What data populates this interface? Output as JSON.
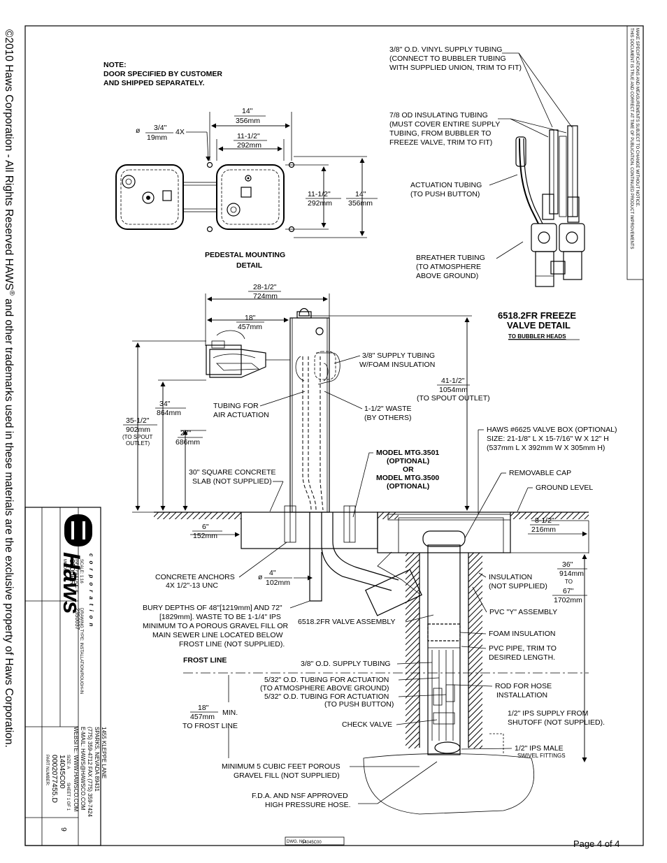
{
  "copyright": {
    "text_a": "©2010 Haws Corporation - All Rights Reserved    HAWS",
    "reg": "®",
    "text_b": " and other trademarks used in these materials are the exclusive property of Haws Corporation."
  },
  "disclaimer": {
    "line1": "THIS DOCUMENT IS TRUE AND CORRECT AT TIME OF PUBLICATION. CONTINUED PRODUCT IMPROVEMENTS",
    "line2": "MAKE SPECIFICATIONS AND MEASUREMENTS SUBJECT TO CHANGE WITHOUT NOTICE."
  },
  "note": {
    "line1": "NOTE:",
    "line2": "DOOR SPECIFIED BY CUSTOMER",
    "line3": "AND SHIPPED SEPARATELY."
  },
  "pedestal": {
    "title1": "PEDESTAL MOUNTING",
    "title2": "DETAIL",
    "dim_14_in": "14\"",
    "dim_14_mm": "356mm",
    "dim_1112_in": "11-1/2\"",
    "dim_1112_mm": "292mm",
    "hole_sym": "ø",
    "hole_in": "3/4\"",
    "hole_mm": "19mm",
    "hole_qty": "4X",
    "vdim_1112_in": "11-1/2\"",
    "vdim_1112_mm": "292mm",
    "vdim_14_in": "14\"",
    "vdim_14_mm": "356mm"
  },
  "freeze_valve": {
    "title1": "6518.2FR FREEZE",
    "title2": "VALVE DETAIL",
    "subtitle": "TO BUBBLER HEADS",
    "vinyl1": "3/8\" O.D. VINYL SUPPLY TUBING",
    "vinyl2": "(CONNECT TO BUBBLER TUBING",
    "vinyl3": "WITH SUPPLIED UNION, TRIM TO FIT)",
    "insul1": "7/8 OD INSULATING TUBING",
    "insul2": "(MUST COVER ENTIRE SUPPLY",
    "insul3": "TUBING, FROM BUBBLER TO",
    "insul4": "FREEZE VALVE, TRIM TO FIT)",
    "act1": "ACTUATION TUBING",
    "act2": "(TO PUSH BUTTON)",
    "breath1": "BREATHER TUBING",
    "breath2": "(TO ATMOSPHERE",
    "breath3": "ABOVE GROUND)"
  },
  "main": {
    "d2812_in": "28-1/2\"",
    "d2812_mm": "724mm",
    "d18_in": "18\"",
    "d18_mm": "457mm",
    "d34_in": "34\"",
    "d34_mm": "864mm",
    "d3512_in": "35-1/2\"",
    "d3512_mm": "902mm",
    "d3512_note1": "(TO SPOUT",
    "d3512_note2": "OUTLET)",
    "d27_in": "27\"",
    "d27_mm": "686mm",
    "d4112_in": "41-1/2\"",
    "d4112_mm": "1054mm",
    "d4112_note": "(TO SPOUT OUTLET)",
    "supply1": "3/8\" SUPPLY TUBING",
    "supply2": "W/FOAM INSULATION",
    "tubing1": "TUBING FOR",
    "tubing2": "AIR ACTUATION",
    "waste1": "1-1/2\" WASTE",
    "waste2": "(BY OTHERS)",
    "box1": "HAWS #6625 VALVE BOX (OPTIONAL)",
    "box2": "SIZE: 21-1/8\" L X 15-7/16\" W X 12\" H",
    "box3": "(537mm L X 392mm W X 305mm H)",
    "model1": "MODEL MTG.3501",
    "model2": "(OPTIONAL)",
    "model3": "OR",
    "model4": "MODEL MTG.3500",
    "model5": "(OPTIONAL)",
    "slab1": "30\" SQUARE CONCRETE",
    "slab2": "SLAB (NOT SUPPLIED)",
    "cap": "REMOVABLE CAP",
    "ground": "GROUND LEVEL",
    "d812_in": "8-1/2\"",
    "d812_mm": "216mm",
    "d6_in": "6\"",
    "d6_mm": "152mm",
    "anchor1": "CONCRETE ANCHORS",
    "anchor2": "4X 1/2\"-13 UNC",
    "d4_sym": "ø",
    "d4_in": "4\"",
    "d4_mm": "102mm",
    "insulation1": "INSULATION",
    "insulation2": "(NOT SUPPLIED)",
    "d36_in": "36\"",
    "d36_mm": "914mm",
    "d36_to": "TO",
    "d67_in": "67\"",
    "d67_mm": "1702mm",
    "bury1": "BURY DEPTHS OF 48\"[1219mm] AND 72\"",
    "bury2": "[1829mm].  WASTE TO BE 1-1/4\" IPS",
    "bury3": "MINIMUM TO A POROUS GRAVEL FILL OR",
    "bury4": "MAIN SEWER LINE LOCATED BELOW",
    "bury5": "FROST LINE (NOT SUPPLIED).",
    "pvcy": "PVC \"Y\" ASSEMBLY",
    "valveasm": "6518.2FR VALVE ASSEMBLY",
    "foam": "FOAM INSULATION",
    "pvc1": "PVC PIPE, TRIM TO",
    "pvc2": "DESIRED LENGTH.",
    "frost": "FROST LINE",
    "supply38": "3/8\" O.D. SUPPLY TUBING",
    "act532a1": "5/32\" O.D. TUBING FOR ACTUATION",
    "act532a2": "(TO ATMOSPHERE ABOVE GROUND)",
    "act532b1": "5/32\" O.D. TUBING FOR ACTUATION",
    "act532b2": "(TO PUSH BUTTON)",
    "rod1": "ROD FOR HOSE",
    "rod2": "INSTALLATION",
    "d18b_in": "18\"",
    "d18b_mm": "457mm",
    "d18b_min": "MIN.",
    "tofrost": "TO FROST LINE",
    "ips1": "1/2\" IPS SUPPLY FROM",
    "ips2": "SHUTOFF (NOT SUPPLIED).",
    "check": "CHECK VALVE",
    "male1": "1/2\" IPS MALE",
    "male2": "SWIVEL FITTINGS",
    "gravel1": "MINIMUM 5 CUBIC FEET POROUS",
    "gravel2": "GRAVEL FILL (NOT SUPPLIED)",
    "fda1": "F.D.A. AND NSF APPROVED",
    "fda2": "HIGH PRESSURE HOSE."
  },
  "title_block": {
    "corp": "corporation",
    "address1": "1455 KLEPPE LANE",
    "address2": "SPARKS, NEVADA 89431",
    "phone": "(775) 359-4712   FAX (775) 359-7424",
    "email": "E-MAIL: HAWS@HAWSCO.COM",
    "website": "WEBSITE: WWW.HAWSCO.COM",
    "model_label": "MODEL:",
    "model": "3500FR",
    "infofax": "INFO FAX DOC #:",
    "doc": "2350037",
    "part_label": "PART NUMBER:",
    "part": "0002077455.D",
    "drawing": "14045C00",
    "rev": "9",
    "sheet": "SHEET  1  OF  1",
    "size": "SIZE:  A",
    "scale": "SCALE:  1:16",
    "type": "DRAWING TYPE:  INSTALLATION/ROUGH-IN",
    "dwg_no_label": "DWG. NO.",
    "dwg_no": "14045C00"
  },
  "page_label": "Page 4 of 4"
}
